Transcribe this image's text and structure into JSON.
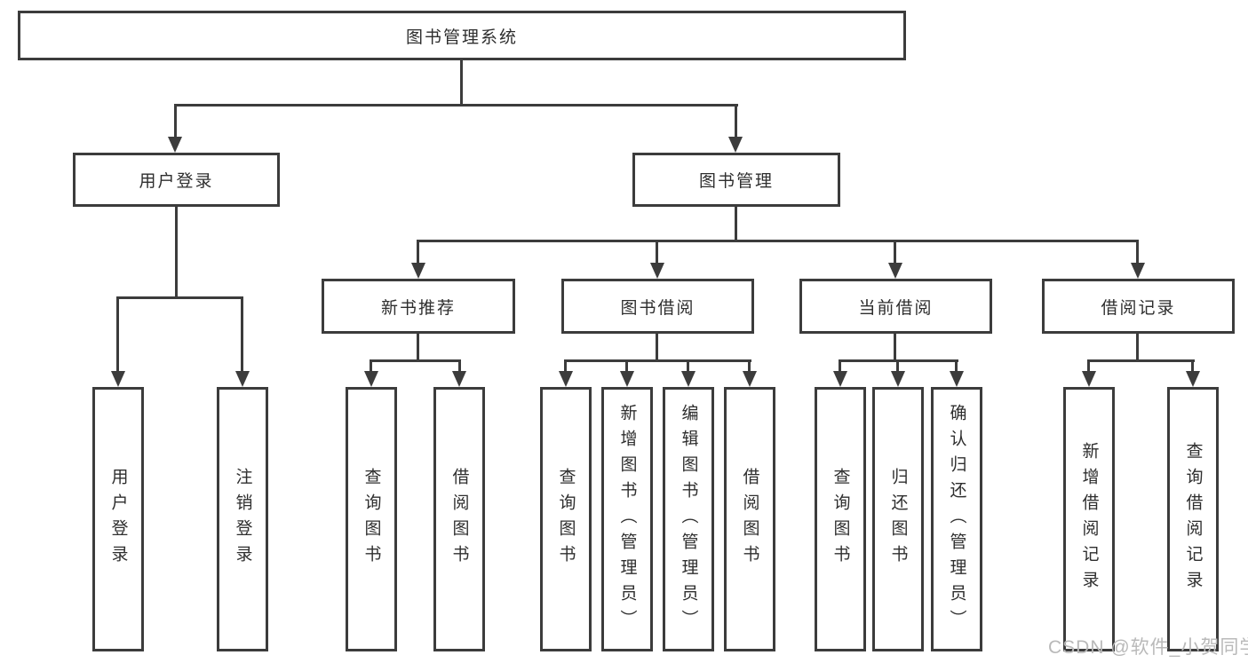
{
  "diagram": {
    "root": {
      "label": "图书管理系统"
    },
    "level2": [
      {
        "label": "用户登录",
        "children": [
          {
            "label": "用户登录"
          },
          {
            "label": "注销登录"
          }
        ]
      },
      {
        "label": "图书管理",
        "children": [
          {
            "label": "新书推荐",
            "children": [
              {
                "label": "查询图书"
              },
              {
                "label": "借阅图书"
              }
            ]
          },
          {
            "label": "图书借阅",
            "children": [
              {
                "label": "查询图书"
              },
              {
                "label": "新增图书（管理员）"
              },
              {
                "label": "编辑图书（管理员）"
              },
              {
                "label": "借阅图书"
              }
            ]
          },
          {
            "label": "当前借阅",
            "children": [
              {
                "label": "查询图书"
              },
              {
                "label": "归还图书"
              },
              {
                "label": "确认归还（管理员）"
              }
            ]
          },
          {
            "label": "借阅记录",
            "children": [
              {
                "label": "新增借阅记录"
              },
              {
                "label": "查询借阅记录"
              }
            ]
          }
        ]
      }
    ]
  },
  "watermark": {
    "text": "CSDN @软件_小贺同学"
  },
  "colors": {
    "line": "#3c3c3c",
    "text": "#2e2e2e",
    "bg": "#ffffff",
    "wm": "#b9b9b9"
  }
}
